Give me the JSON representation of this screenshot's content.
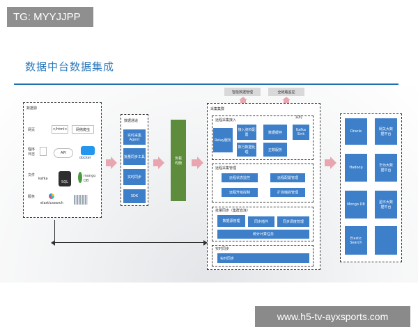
{
  "watermark_top": "TG: MYYJJPP",
  "watermark_bottom": "www.h5-tv-ayxsports.com",
  "title": "数据中台数据集成",
  "colors": {
    "accent": "#3d7fc9",
    "green": "#5c8c3c",
    "arrow": "#e8a6b0",
    "title": "#2b7bbf"
  },
  "sources": {
    "heading": "数据源",
    "rows": [
      {
        "label": "网页",
        "items": [
          "</html>",
          "网络爬虫"
        ]
      },
      {
        "label": "程序日志",
        "items": [
          "API",
          "docker"
        ]
      },
      {
        "label": "文件",
        "items": [
          "kafka",
          "SQL",
          "mongo DB"
        ]
      },
      {
        "label": "服务",
        "items": [
          "elasticsearch"
        ]
      }
    ]
  },
  "channels": {
    "heading": "数据通道",
    "items": [
      "实时采集Agent",
      "批量同步工具",
      "实时同步",
      "SDK"
    ]
  },
  "gateway": {
    "label": "负载均衡"
  },
  "top_boxes": [
    "智能数据管理",
    "全链路监控"
  ],
  "cluster": {
    "heading": "采集集群",
    "realtime": {
      "heading": "远程采集接入",
      "tag": "实时",
      "items": [
        "Relay服务",
        "接入资料配置",
        "数据缓存",
        "Kafka Sink",
        "数行数据处理",
        "正数服务"
      ]
    },
    "manage": {
      "heading": "远程采集管理",
      "items": [
        "远程状态监控",
        "远程配置管理",
        "远程升级控制",
        "扩容缩容管理"
      ]
    },
    "batch": {
      "heading": "批量同步（集群直连）",
      "items": [
        "数据源管理",
        "同步插件",
        "同步调度管理",
        "统计计算任务"
      ]
    },
    "rt_sync": {
      "heading": "实时同步",
      "items": [
        "实时同步"
      ]
    }
  },
  "targets": {
    "stores": [
      "Oracle",
      "Hadoop",
      "Mongo DB",
      "Elastic Search"
    ],
    "platforms": [
      "网关大数据平台",
      "华为大数据平台",
      "星环大数据平台",
      ""
    ]
  }
}
